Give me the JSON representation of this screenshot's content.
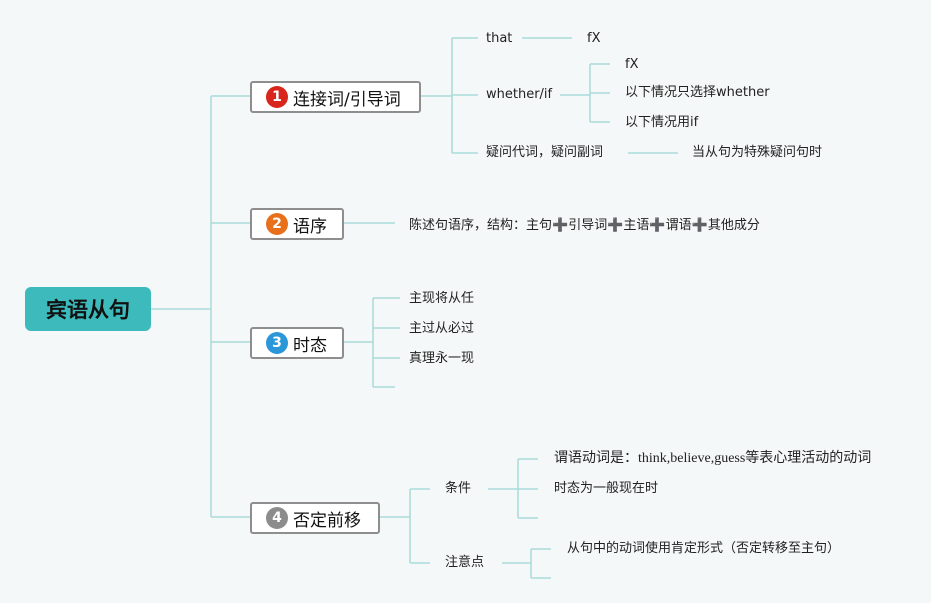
{
  "root": {
    "label": "宾语从句"
  },
  "branches": [
    {
      "badge": "1",
      "badge_color": "#d9261c",
      "label": "连接词/引导词",
      "children": [
        {
          "label": "that",
          "children": [
            {
              "label": "fX"
            }
          ]
        },
        {
          "label": "whether/if",
          "children": [
            {
              "label": "fX"
            },
            {
              "label": "以下情况只选择whether"
            },
            {
              "label": "以下情况用if"
            }
          ]
        },
        {
          "label": "疑问代词，疑问副词",
          "children": [
            {
              "label": "当从句为特殊疑问句时"
            }
          ]
        }
      ]
    },
    {
      "badge": "2",
      "badge_color": "#e8701a",
      "label": "语序",
      "children": [
        {
          "parts": [
            "陈述句语序，结构：主句",
            "➕",
            "引导词",
            "➕",
            "主语",
            "➕",
            "谓语",
            "➕",
            "其他成分"
          ]
        }
      ]
    },
    {
      "badge": "3",
      "badge_color": "#2b97d9",
      "label": "时态",
      "children": [
        {
          "label": "主现将从任"
        },
        {
          "label": "主过从必过"
        },
        {
          "label": "真理永一现"
        },
        {
          "label": ""
        }
      ]
    },
    {
      "badge": "4",
      "badge_color": "#8c8c8c",
      "label": "否定前移",
      "children": [
        {
          "label": "条件",
          "children": [
            {
              "label": "谓语动词是：think,believe,guess等表心理活动的动词"
            },
            {
              "label": "时态为一般现在时"
            },
            {
              "label": ""
            }
          ]
        },
        {
          "label": "注意点",
          "children": [
            {
              "label": "从句中的动词使用肯定形式（否定转移至主句）"
            },
            {
              "label": ""
            }
          ]
        }
      ]
    }
  ],
  "colors": {
    "root_fill": "#3dbbbc",
    "line": "#a9dad9",
    "background": "#f5f8f8"
  }
}
